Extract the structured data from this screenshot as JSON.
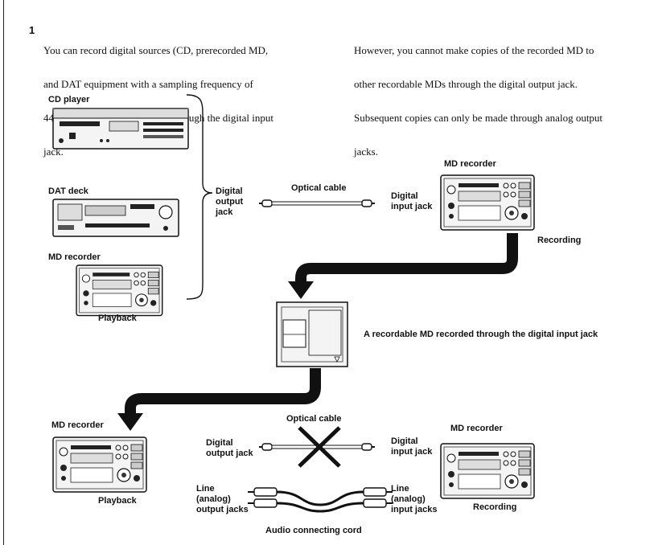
{
  "step_number": "1",
  "paragraph_left": [
    "You can record digital sources (CD, prerecorded MD,",
    "and DAT equipment with a sampling frequency of",
    "44.1 kHz) to a recordable MD through the digital input",
    "jack."
  ],
  "paragraph_right": [
    "However, you cannot make copies of the recorded MD to",
    "other recordable MDs through the digital output jack.",
    "Subsequent copies can only be made through analog output",
    "jacks."
  ],
  "labels": {
    "cd_player": "CD player",
    "dat_deck": "DAT deck",
    "md_recorder_source": "MD recorder",
    "playback_source": "Playback",
    "digital_output_jack": "Digital\noutput\njack",
    "optical_cable_top": "Optical cable",
    "digital_input_jack_top": "Digital\ninput jack",
    "md_recorder_top": "MD recorder",
    "recording_top": "Recording",
    "recordable_md_caption": "A recordable MD recorded through the digital input jack",
    "md_recorder_bottom_left": "MD recorder",
    "playback_bottom": "Playback",
    "optical_cable_bottom": "Optical cable",
    "digital_output_jack_bottom": "Digital\noutput jack",
    "line_output_jacks": "Line\n(analog)\noutput jacks",
    "digital_input_jack_bottom": "Digital\ninput jack",
    "line_input_jacks": "Line\n(analog)\ninput jacks",
    "md_recorder_bottom_right": "MD recorder",
    "recording_bottom": "Recording",
    "audio_cord": "Audio connecting cord"
  }
}
